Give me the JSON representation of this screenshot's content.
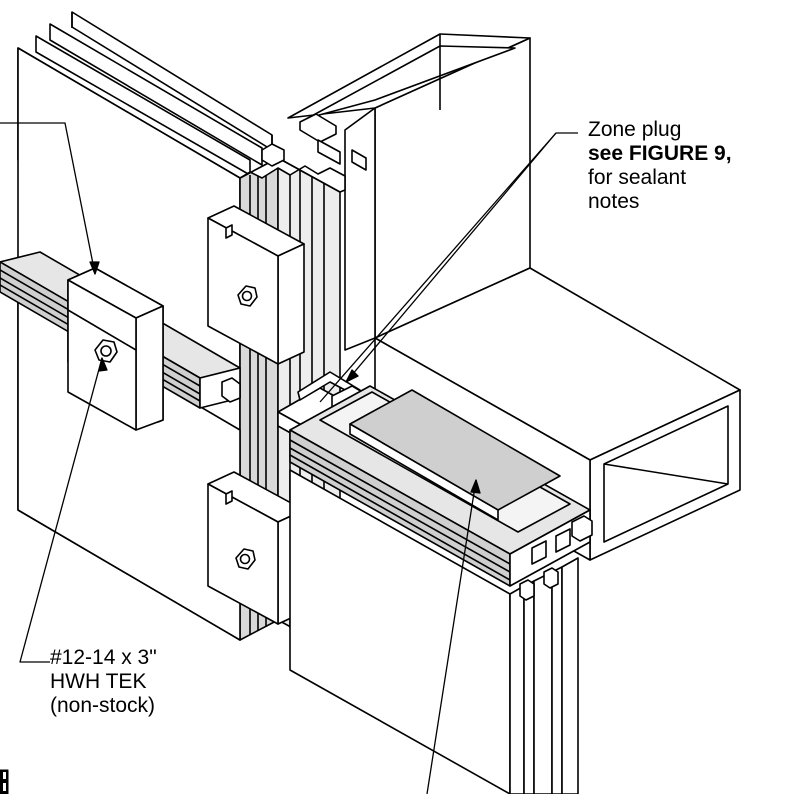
{
  "callouts": {
    "zone_plug": {
      "line1": "Zone plug",
      "line2": "see FIGURE 9,",
      "line3": "for sealant",
      "line4": "notes"
    },
    "fastener": {
      "line1": "#12-14 x 3\"",
      "line2": "HWH TEK",
      "line3": "(non-stock)"
    }
  },
  "colors": {
    "line": "#000000",
    "panel": "#ffffff",
    "metal": "#d9d9d9",
    "metal_dark": "#a9a9a9"
  }
}
